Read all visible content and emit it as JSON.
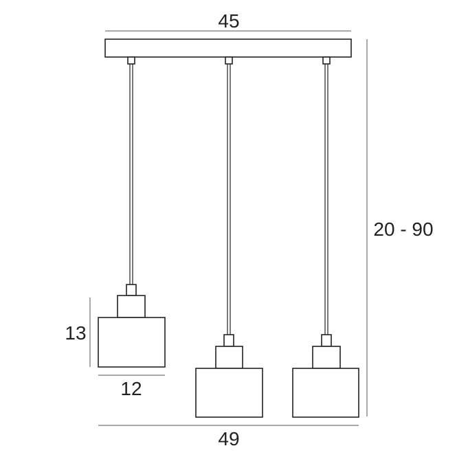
{
  "dimensions": {
    "canopy_width": "45",
    "overall_width": "49",
    "height_range": "20 - 90",
    "shade_height": "13",
    "shade_width": "12"
  },
  "colors": {
    "line": "#222222",
    "dimension_line": "#555555",
    "background": "#ffffff"
  }
}
